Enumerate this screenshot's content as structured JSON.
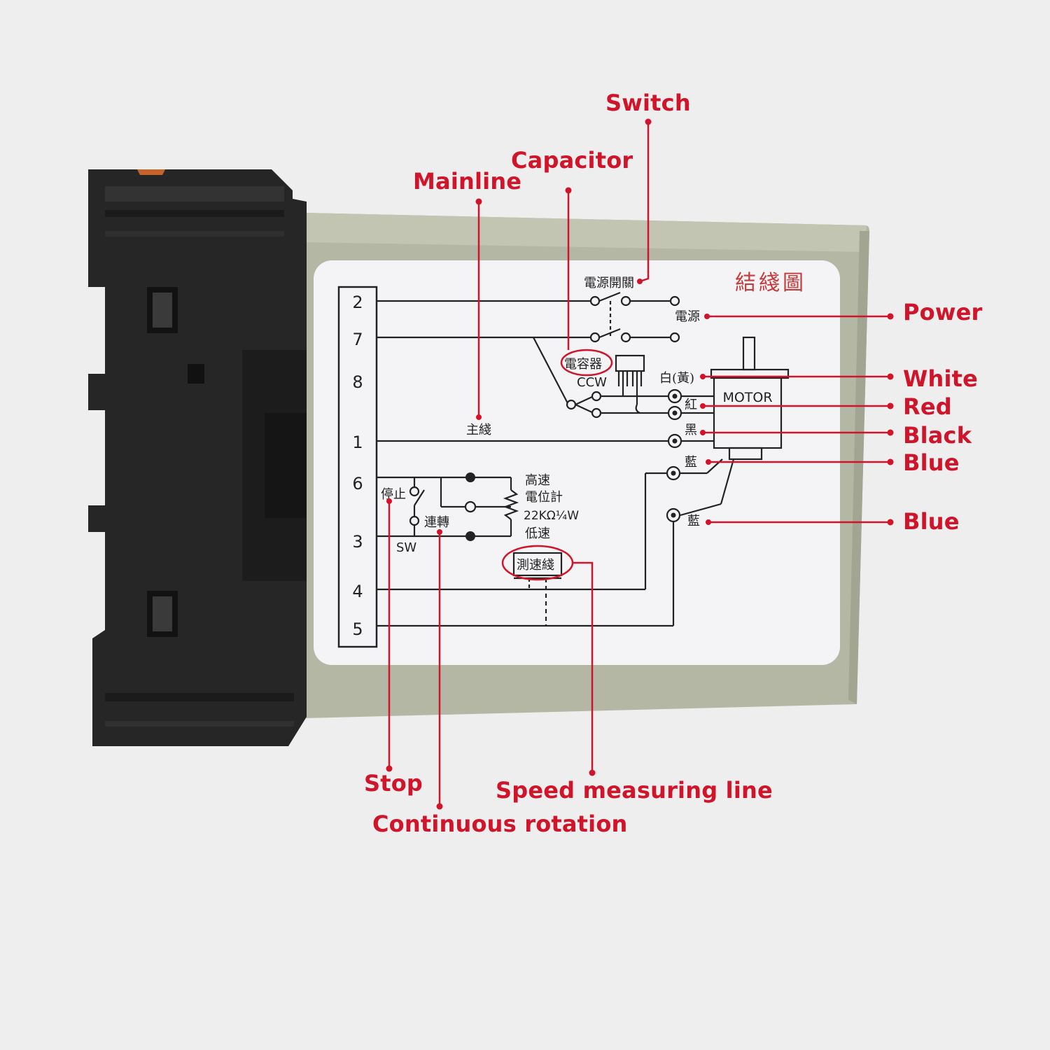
{
  "callouts": {
    "switch": "Switch",
    "capacitor": "Capacitor",
    "mainline": "Mainline",
    "power": "Power",
    "white": "White",
    "red": "Red",
    "black": "Black",
    "blue_1": "Blue",
    "blue_2": "Blue",
    "stop": "Stop",
    "continuous": "Continuous rotation",
    "speed_line": "Speed measuring line"
  },
  "diagram": {
    "title": "結綫圖",
    "terminals": [
      "2",
      "7",
      "8",
      "1",
      "6",
      "3",
      "4",
      "5"
    ],
    "power_switch": "電源開關",
    "power": "電源",
    "capacitor": "電容器",
    "ccw": "CCW",
    "motor": "MOTOR",
    "white_yellow": "白(黃)",
    "red": "紅",
    "black": "黑",
    "blue_1": "藍",
    "blue_2": "藍",
    "mainline": "主綫",
    "stop": "停止",
    "continuous": "連轉",
    "sw": "SW",
    "high_speed": "高速",
    "potentiometer": "電位計",
    "pot_value": "22KΩ¼W",
    "low_speed": "低速",
    "speed_line": "測速綫"
  },
  "colors": {
    "callout_red": "#d0142a",
    "housing": "#b7b9a6",
    "socket": "#242424",
    "label": "#f4f4f6"
  }
}
